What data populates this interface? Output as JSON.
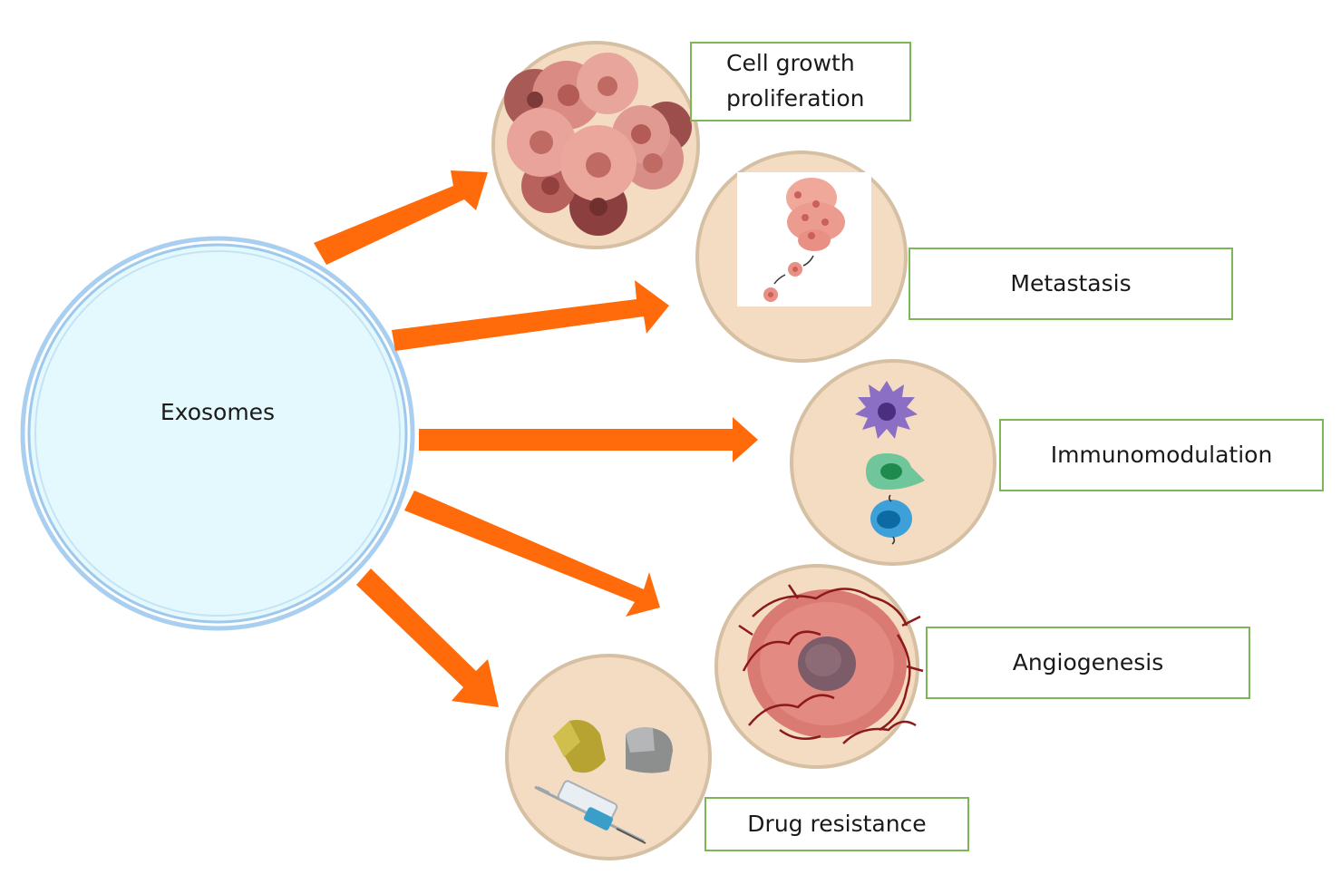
{
  "center": {
    "label": "Exosomes"
  },
  "effects": [
    {
      "id": "growth",
      "label": "Cell growth proliferation",
      "icon": "cancer-cell-cluster-icon"
    },
    {
      "id": "metastasis",
      "label": "Metastasis",
      "icon": "metastasis-icon"
    },
    {
      "id": "immuno",
      "label": "Immunomodulation",
      "icon": "immune-cells-icon"
    },
    {
      "id": "angio",
      "label": "Angiogenesis",
      "icon": "tumor-vessels-icon"
    },
    {
      "id": "drug",
      "label": "Drug resistance",
      "icon": "capsule-syringe-icon"
    }
  ],
  "colors": {
    "arrow": "#ff6a0a",
    "label_border": "#7cb657",
    "exosome_fill": "#e3f9fd",
    "exosome_ring": "#9ec8ec",
    "dish_fill": "#f4dcc3",
    "dish_ring": "#d8c2a7"
  }
}
